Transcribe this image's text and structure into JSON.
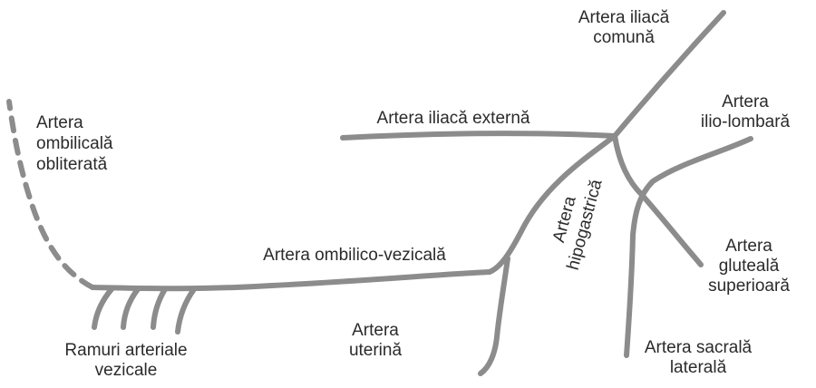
{
  "colors": {
    "vessel": "#8c8c8c",
    "text": "#2b2b2b",
    "background": "#ffffff"
  },
  "labels": {
    "iliaca_comuna": [
      "Artera iliacă",
      "comună"
    ],
    "iliaca_externa": [
      "Artera iliacă externă"
    ],
    "ilio_lombara": [
      "Artera",
      "ilio-lombară"
    ],
    "ombilicala_obliterata": [
      "Artera",
      "ombilicală",
      "obliterată"
    ],
    "hipogastrica": [
      "Artera",
      "hipogastrică"
    ],
    "gluteala_superioara": [
      "Artera",
      "gluteală",
      "superioară"
    ],
    "ombilico_vezicala": [
      "Artera ombilico-vezicală"
    ],
    "uterina": [
      "Artera",
      "uterină"
    ],
    "ramuri_vezicale": [
      "Ramuri arteriale",
      "vezicale"
    ],
    "sacrala_laterala": [
      "Artera sacrală",
      "laterală"
    ]
  }
}
